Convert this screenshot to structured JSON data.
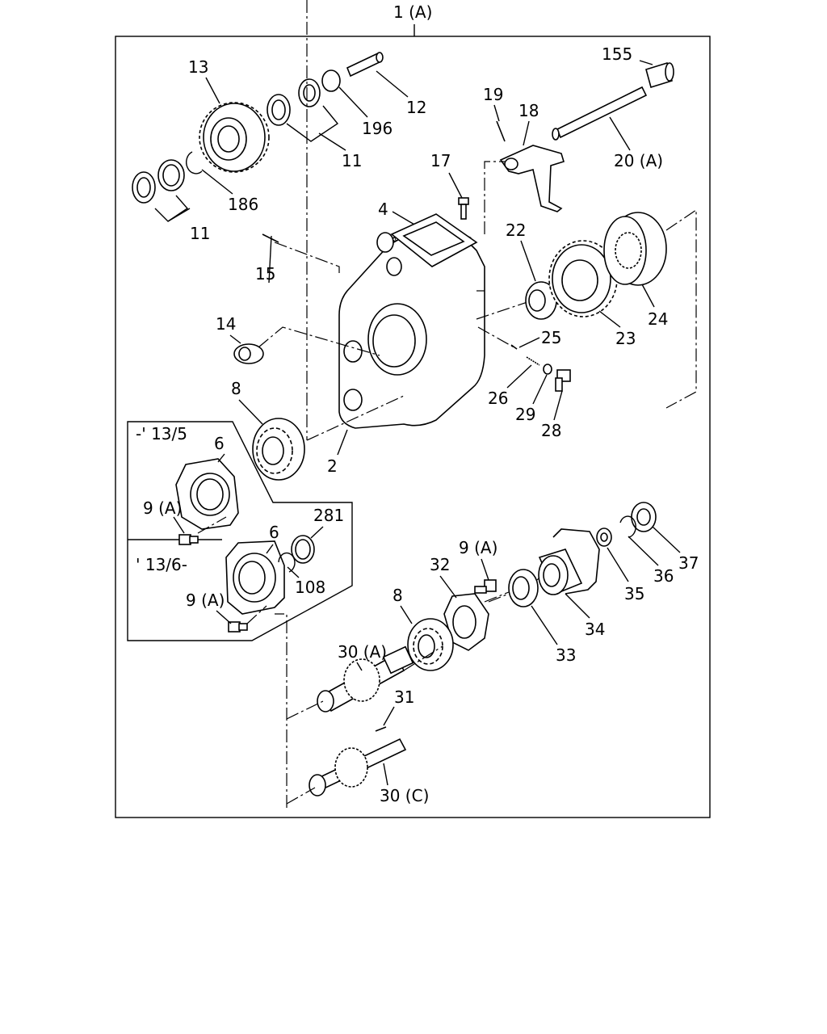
{
  "assembly_label": "1 (A)",
  "callouts": {
    "c2": "2",
    "c4": "4",
    "c6a": "6",
    "c6b": "6",
    "c8a": "8",
    "c8b": "8",
    "c9a": "9 (A)",
    "c9b": "9 (A)",
    "c9c": "9 (A)",
    "c11a": "11",
    "c11b": "11",
    "c12": "12",
    "c13": "13",
    "c14": "14",
    "c15": "15",
    "c17": "17",
    "c18": "18",
    "c19": "19",
    "c20": "20 (A)",
    "c22": "22",
    "c23": "23",
    "c24": "24",
    "c25": "25",
    "c26": "26",
    "c28": "28",
    "c29": "29",
    "c30a": "30 (A)",
    "c30c": "30 (C)",
    "c31": "31",
    "c32": "32",
    "c33": "33",
    "c34": "34",
    "c35": "35",
    "c36": "36",
    "c37": "37",
    "c108": "108",
    "c155": "155",
    "c186": "186",
    "c196": "196",
    "c281": "281"
  },
  "variants": {
    "early": "-' 13/5",
    "late": "' 13/6-"
  }
}
